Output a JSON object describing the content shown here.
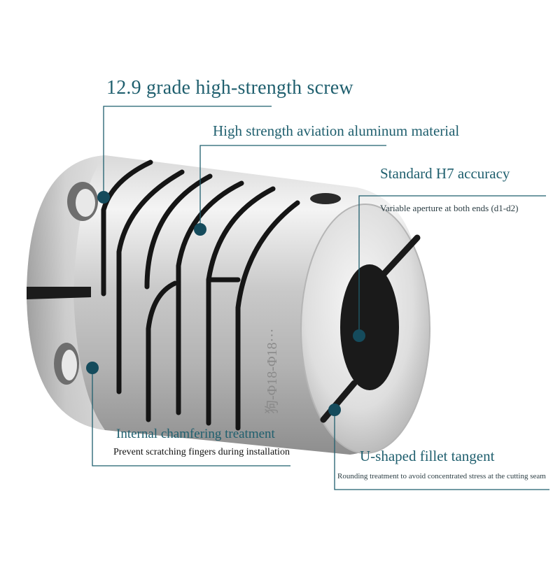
{
  "callouts": {
    "screw": "12.9 grade high-strength screw",
    "aluminum": "High strength aviation aluminum material",
    "accuracy": "Standard H7 accuracy",
    "aperture": "Variable aperture at both ends (d1-d2)",
    "chamfer_title": "Internal chamfering treatment",
    "chamfer_desc": "Prevent scratching fingers during installation",
    "fillet_title": "U-shaped fillet tangent",
    "fillet_desc": "Rounding treatment to avoid concentrated stress at the cutting seam"
  },
  "engraving": "狗-Φ18-Φ18···",
  "colors": {
    "accent": "#1f5f6e",
    "dot": "#154b5c",
    "metal_light": "#f2f2f2",
    "metal_dark": "#9a9a9a",
    "bore": "#1a1a1a"
  }
}
